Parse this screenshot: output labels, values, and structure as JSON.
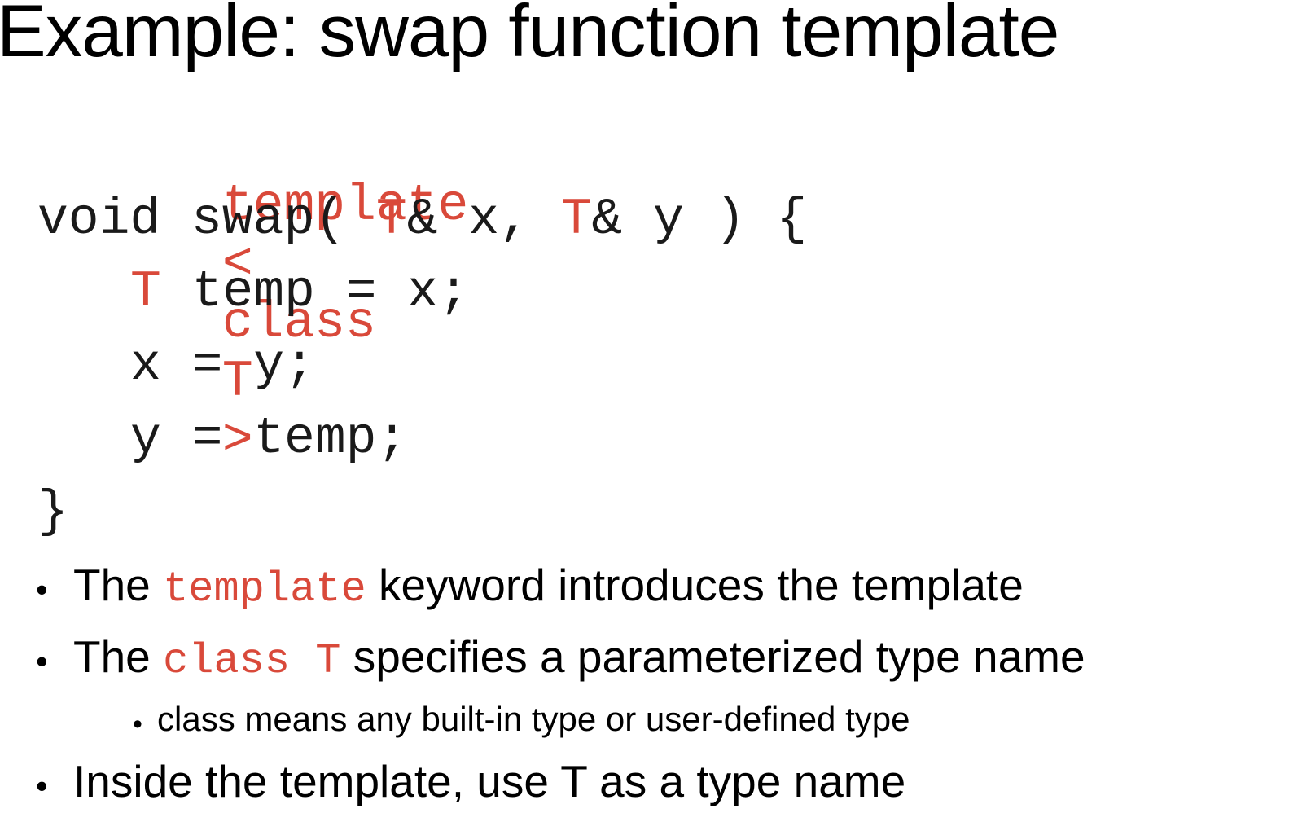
{
  "slide": {
    "title": "Example: swap function template",
    "code": {
      "line1": {
        "t1": "template",
        "t2": "<",
        "t3": "class",
        "t4": "T",
        "t5": ">"
      },
      "line2": {
        "p1": "void swap(",
        "k1": "T",
        "p2": "& x,",
        "k2": "T",
        "p3": "& y ) {"
      },
      "line3": {
        "k1": "T",
        "p1": "temp = x;"
      },
      "line4": {
        "p1": "x = y;"
      },
      "line5": {
        "p1": "y = temp;"
      },
      "line6": {
        "p1": "}"
      }
    },
    "bullets": [
      {
        "dot": "•",
        "before": "The",
        "code": "template",
        "after": "keyword introduces the template"
      },
      {
        "dot": "•",
        "before": "The",
        "code": "class T",
        "after": "specifies a parameterized type name"
      },
      {
        "dot": "•",
        "text": "class means any built-in type or user-defined type"
      },
      {
        "dot": "•",
        "text": "Inside the template, use T as a type name"
      }
    ],
    "colors": {
      "keyword": "#d9493a",
      "code_text": "#1a1a1a",
      "text": "#000000",
      "background": "#ffffff"
    }
  }
}
